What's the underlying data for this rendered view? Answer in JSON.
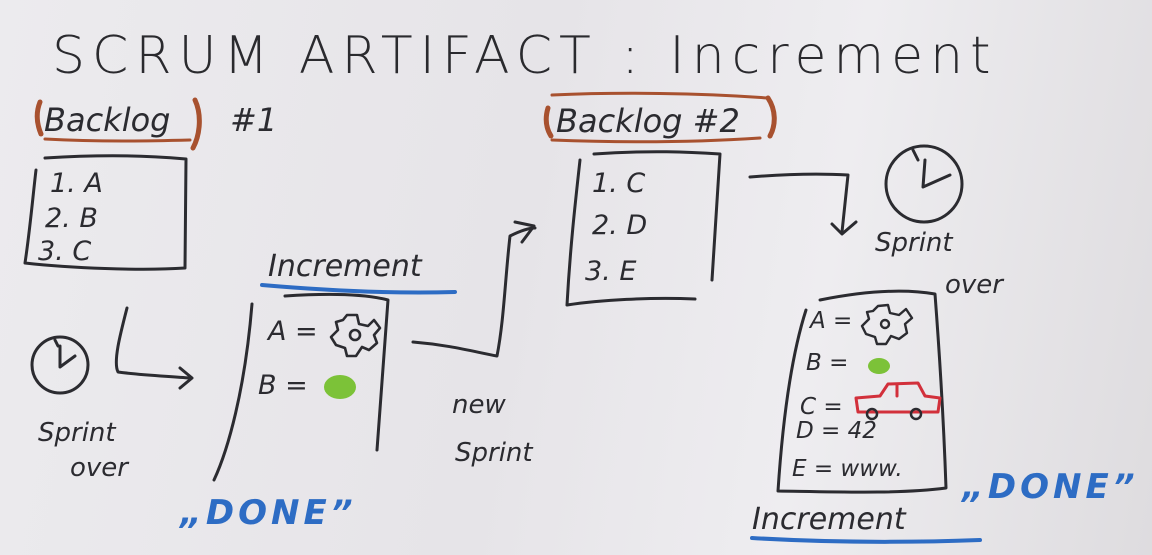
{
  "title": "SCRUM ARTIFACT : Increment",
  "colors": {
    "ink": "#2b2b30",
    "highlight_brown": "#a8512f",
    "underline_blue": "#2d6cc4",
    "gear_green": "#7cc238",
    "car_red": "#d2303b"
  },
  "backlog1": {
    "label": "Backlog",
    "suffix": "#1",
    "items": [
      "1. A",
      "2. B",
      "3. C"
    ]
  },
  "backlog2": {
    "label": "Backlog #2",
    "items": [
      "1. C",
      "2. D",
      "3. E"
    ]
  },
  "left_note": {
    "line1": "Sprint",
    "line2": "over",
    "icon": "clock-icon"
  },
  "right_note": {
    "line1": "Sprint",
    "line2": "over",
    "icon": "clock-icon"
  },
  "middle_note": {
    "line1": "new",
    "line2": "Sprint"
  },
  "increment1": {
    "label": "Increment",
    "row_a": "A =",
    "row_b": "B =",
    "done": "„DONE”"
  },
  "increment2": {
    "label": "Increment",
    "row_a": "A =",
    "row_b": "B =",
    "row_c": "C =",
    "row_d": "D = 42",
    "row_e": "E = www.",
    "done": "„DONE”"
  }
}
